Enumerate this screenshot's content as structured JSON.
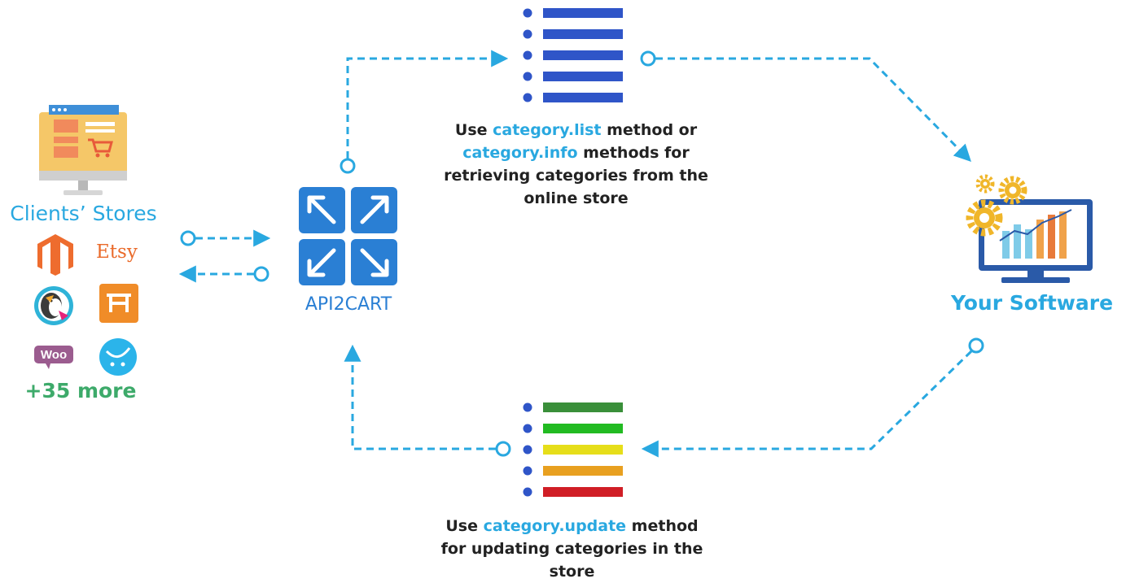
{
  "clients": {
    "title": "Clients’ Stores",
    "more": "+35 more",
    "logos": [
      {
        "name": "magento-icon",
        "color": "#ee6c2e"
      },
      {
        "name": "etsy-logo",
        "text": "Etsy",
        "color": "#ea6a2a"
      },
      {
        "name": "prestashop-icon",
        "color": "#2fb3d8"
      },
      {
        "name": "3dcart-icon",
        "color": "#f08c28"
      },
      {
        "name": "woocommerce-icon",
        "text": "Woo",
        "color": "#9b5c8f"
      },
      {
        "name": "opencart-icon",
        "color": "#2bb4ea"
      }
    ]
  },
  "api": {
    "label": "API2CART",
    "color": "#2a7fd4"
  },
  "software": {
    "label": "Your Software"
  },
  "top_method": {
    "line1_pre": "Use ",
    "method1": "category.list",
    "line1_post": " method or",
    "method2": "category.info",
    "line2_post": " methods for",
    "line3": "retrieving categories from the",
    "line4": "online store"
  },
  "bottom_method": {
    "line1_pre": "Use ",
    "method": "category.update",
    "line1_post": " method",
    "line2": "for updating categories in the",
    "line3": "store"
  },
  "colors": {
    "arrow": "#29a8e0",
    "list_blue": "#2f55c8",
    "bars": [
      "#3a8f3a",
      "#22bb22",
      "#e6de1a",
      "#e8a020",
      "#d01e26"
    ]
  }
}
